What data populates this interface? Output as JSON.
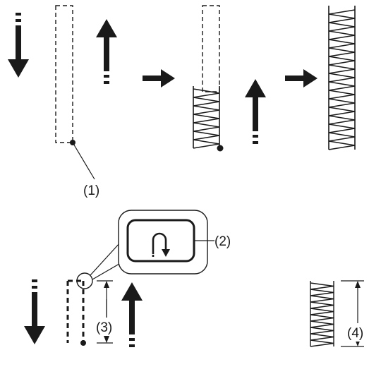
{
  "labels": {
    "callout_1": "(1)",
    "callout_2": "(2)",
    "callout_3": "(3)",
    "callout_4": "(4)"
  },
  "icons": {
    "button_symbol": "reverse-stitch-u-turn-icon"
  },
  "colors": {
    "ink": "#1a1a1a",
    "button_panel": "#ffffff"
  }
}
